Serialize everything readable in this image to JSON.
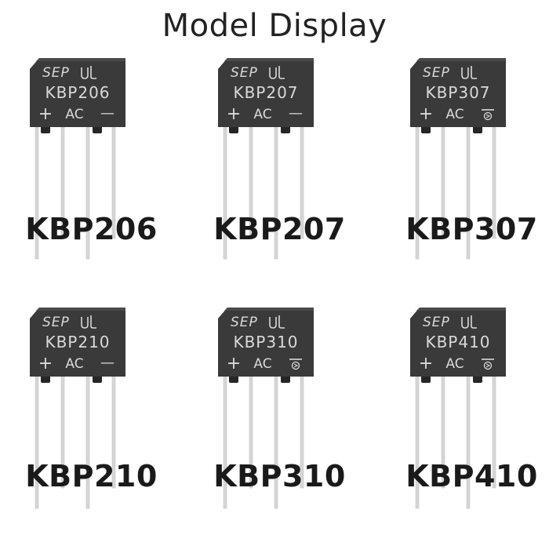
{
  "title": "Model Display",
  "brand_mark": "SEP",
  "pin_labels": {
    "plus": "+",
    "ac": "AC",
    "minus": "—"
  },
  "colors": {
    "body": "#3a3a3a",
    "body_dark": "#262626",
    "print": "#d9d9d9",
    "lead": "#d6d6d6",
    "caption": "#1a1a1a"
  },
  "icons": {
    "ul": "ul-listing-mark-icon",
    "polarity": "polarity-symbol-icon"
  },
  "products": [
    {
      "model": "KBP206",
      "body_print": "KBP206",
      "right_symbol": "minus"
    },
    {
      "model": "KBP207",
      "body_print": "KBP207",
      "right_symbol": "minus"
    },
    {
      "model": "KBP307",
      "body_print": "KBP307",
      "right_symbol": "polarity"
    },
    {
      "model": "KBP210",
      "body_print": "KBP210",
      "right_symbol": "minus"
    },
    {
      "model": "KBP310",
      "body_print": "KBP310",
      "right_symbol": "polarity"
    },
    {
      "model": "KBP410",
      "body_print": "KBP410",
      "right_symbol": "polarity"
    }
  ]
}
